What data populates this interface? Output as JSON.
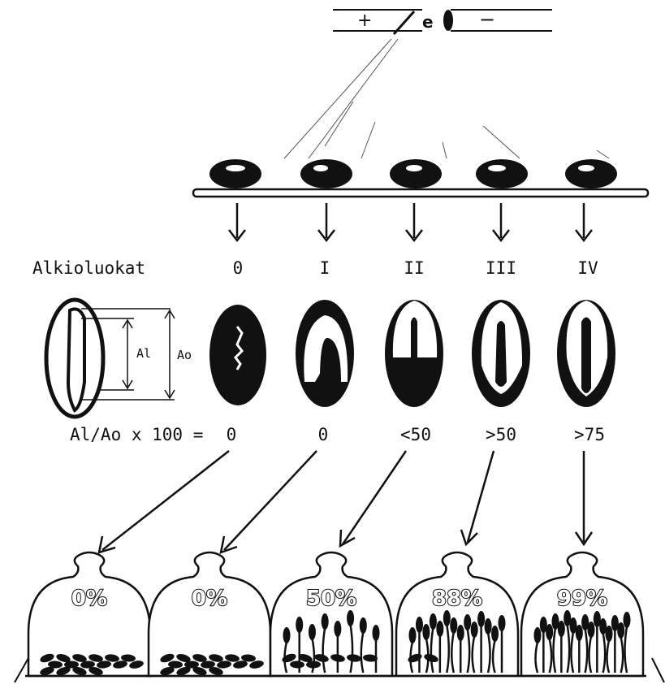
{
  "tube": {
    "plus": "+",
    "electron": "e",
    "minus": "−"
  },
  "row_label": "Alkioluokat",
  "classes": [
    {
      "name": "0",
      "ratio": "0",
      "germination": "0%",
      "fraction": 0.0
    },
    {
      "name": "I",
      "ratio": "0",
      "germination": "0%",
      "fraction": 0.0
    },
    {
      "name": "II",
      "ratio": "<50",
      "germination": "50%",
      "fraction": 0.5
    },
    {
      "name": "III",
      "ratio": ">50",
      "germination": "88%",
      "fraction": 0.88
    },
    {
      "name": "IV",
      "ratio": ">75",
      "germination": "99%",
      "fraction": 0.99
    }
  ],
  "legend": {
    "al": "Al",
    "ao": "Ao"
  },
  "formula": "Al/Ao x 100 =",
  "colors": {
    "ink": "#111111",
    "paper": "#ffffff"
  }
}
